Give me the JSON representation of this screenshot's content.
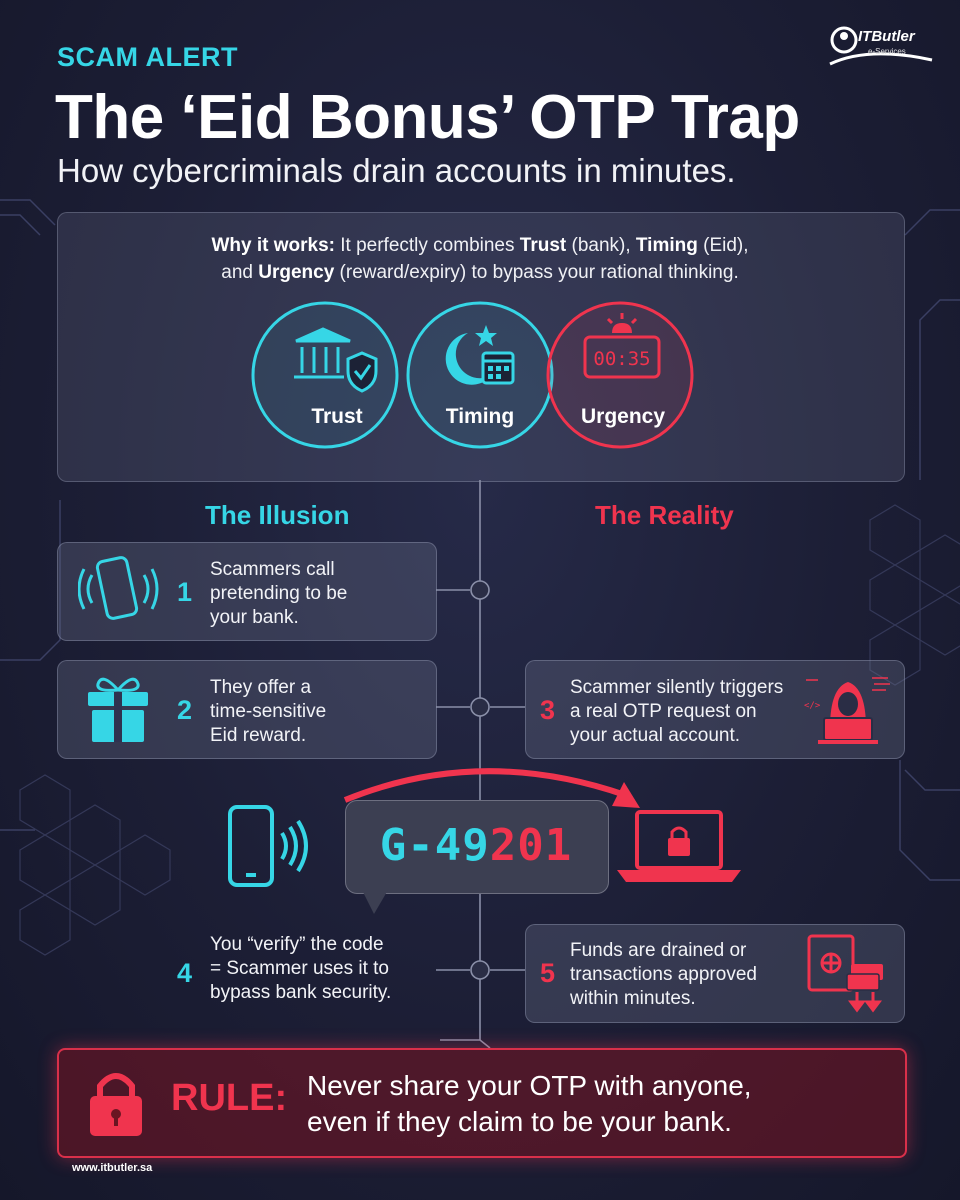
{
  "brand": {
    "logo_name": "ITButler",
    "logo_sub": "e-Services",
    "footer_url": "www.itbutler.sa"
  },
  "header": {
    "kicker": "SCAM ALERT",
    "title": "The ‘Eid Bonus’ OTP Trap",
    "subtitle": "How cybercriminals drain accounts in minutes."
  },
  "why": {
    "lead": "Why it works:",
    "t1": " It perfectly combines ",
    "k1": "Trust",
    "t2": " (bank), ",
    "k2": "Timing",
    "t3": " (Eid),",
    "t4": "and ",
    "k3": "Urgency",
    "t5": " (reward/expiry) to bypass your rational thinking.",
    "circles": [
      {
        "label": "Trust",
        "icon": "bank-shield-icon"
      },
      {
        "label": "Timing",
        "icon": "crescent-calendar-icon"
      },
      {
        "label": "Urgency",
        "icon": "alarm-clock-icon",
        "clock": "00:35"
      }
    ]
  },
  "columns": {
    "illusion": "The Illusion",
    "reality": "The Reality"
  },
  "steps": [
    {
      "num": "1",
      "line1": "Scammers call",
      "line2": "pretending to be",
      "line3": "your bank.",
      "icon": "phone-ringing-icon"
    },
    {
      "num": "2",
      "line1": "They offer a",
      "line2": "time-sensitive",
      "line3": "Eid reward.",
      "icon": "gift-icon"
    },
    {
      "num": "3",
      "line1": "Scammer silently triggers",
      "line2": "a real OTP request on",
      "line3": "your actual account.",
      "icon": "hacker-laptop-icon"
    },
    {
      "num": "4",
      "line1": "You “verify” the code",
      "line2": "= Scammer uses it to",
      "line3": "bypass bank security.",
      "icon": "phone-icon"
    },
    {
      "num": "5",
      "line1": "Funds are drained or",
      "line2": "transactions approved",
      "line3": "within minutes.",
      "icon": "vault-money-icon"
    }
  ],
  "otp": {
    "part_a": "G-49",
    "part_b": "201"
  },
  "rule": {
    "label": "RULE:",
    "line1": "Never share your OTP with anyone,",
    "line2": "even if they claim to be your bank."
  },
  "colors": {
    "cyan": "#36d6e6",
    "red": "#f0344e",
    "background": "#1c1e35"
  }
}
